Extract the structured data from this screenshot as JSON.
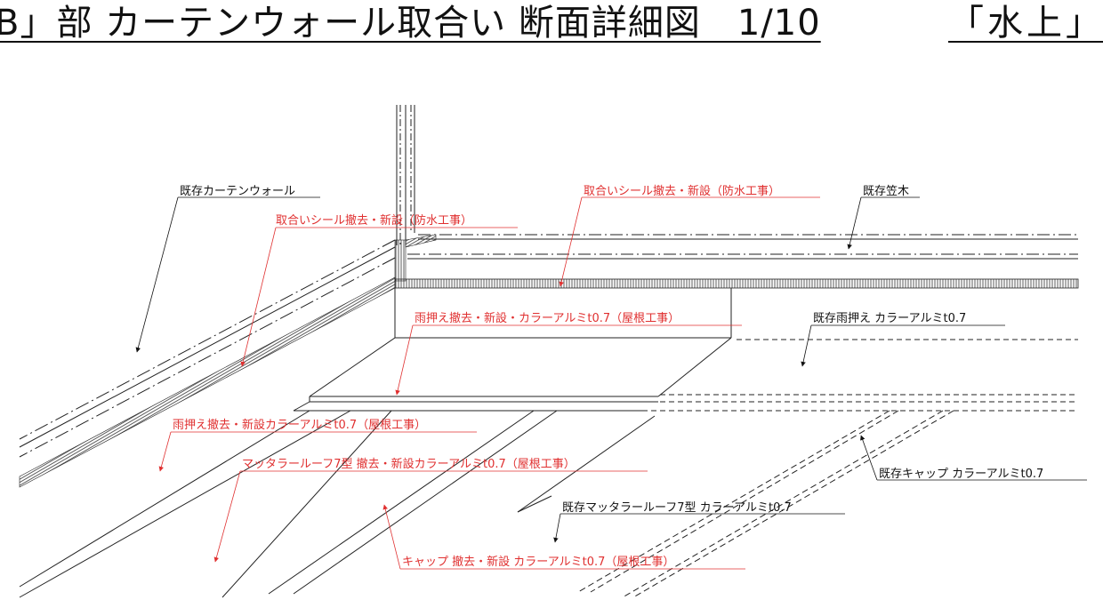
{
  "title": {
    "main": "B」部 カーテンウォール取合い 断面詳細図　1/10",
    "right": "「水上」"
  },
  "labels": {
    "existing_curtain_wall": "既存カーテンウォール",
    "seal_replace_left": "取合いシール撤去・新設（防水工事）",
    "seal_replace_right": "取合いシール撤去・新設（防水工事）",
    "existing_coping": "既存笠木",
    "flashing_replace_upper": "雨押え撤去・新設・カラーアルミt0.7（屋根工事）",
    "existing_flashing": "既存雨押え カラーアルミt0.7",
    "flashing_replace_lower": "雨押え撤去・新設カラーアルミt0.7（屋根工事）",
    "matsuta_roof_replace": "マッタラールーフ7型 撤去・新設カラーアルミt0.7（屋根工事）",
    "existing_cap": "既存キャップ カラーアルミt0.7",
    "existing_matsuta_roof": "既存マッタラールーフ7型 カラーアルミt0.7",
    "cap_replace": "キャップ 撤去・新設 カラーアルミt0.7（屋根工事）"
  },
  "colors": {
    "new_work": "#e03030",
    "existing": "#111111",
    "line": "#222222"
  }
}
